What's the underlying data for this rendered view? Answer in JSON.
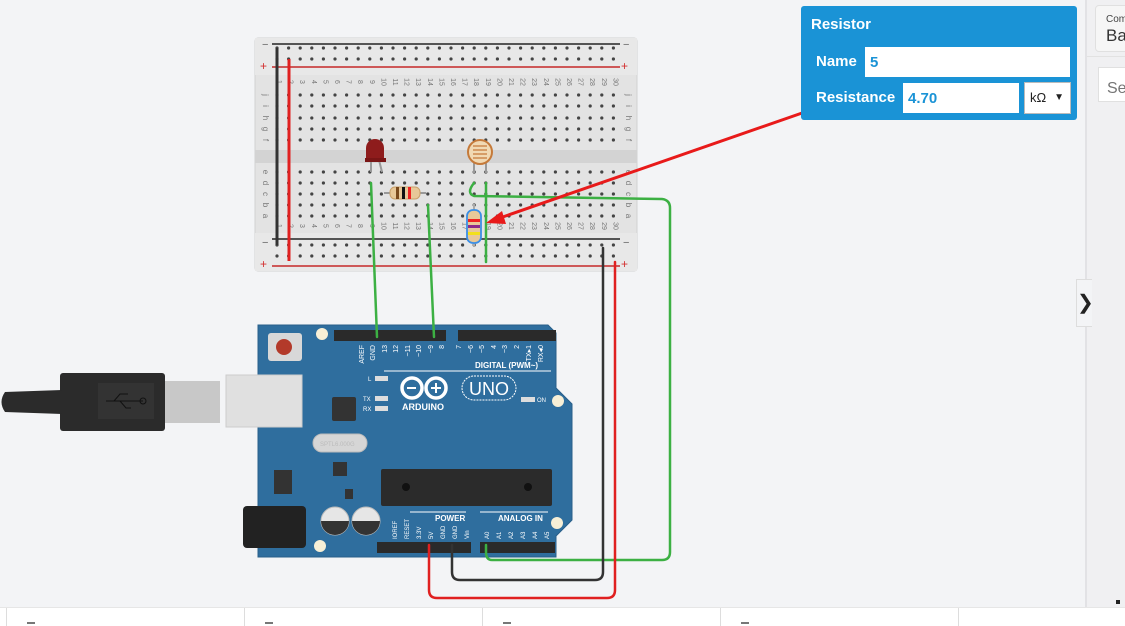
{
  "inspector": {
    "title": "Resistor",
    "name_label": "Name",
    "name_value": "5",
    "resistance_label": "Resistance",
    "resistance_value": "4.70",
    "resistance_unit": "kΩ",
    "dropdown_icon": "triangle-down-icon",
    "accent_color": "#1a93d6"
  },
  "right_panel": {
    "components_label": "Com",
    "components_value": "Bas",
    "search_placeholder": "Se",
    "collapse_icon": "chevron-right-icon"
  },
  "breadboard": {
    "columns": [
      "1",
      "2",
      "3",
      "4",
      "5",
      "6",
      "7",
      "8",
      "9",
      "10",
      "11",
      "12",
      "13",
      "14",
      "15",
      "16",
      "17",
      "18",
      "19",
      "20",
      "21",
      "22",
      "23",
      "24",
      "25",
      "26",
      "27",
      "28",
      "29",
      "30"
    ],
    "rows_top": [
      "j",
      "i",
      "h",
      "g",
      "f"
    ],
    "rows_bottom": [
      "e",
      "d",
      "c",
      "b",
      "a"
    ],
    "rail_minus": "−",
    "rail_plus": "+"
  },
  "arduino": {
    "board_name": "ARDUINO",
    "model": "UNO",
    "digital_label": "DIGITAL (PWM~)",
    "digital_pins": [
      "AREF",
      "GND",
      "13",
      "12",
      "~11",
      "~10",
      "~9",
      "8",
      "7",
      "~6",
      "~5",
      "4",
      "~3",
      "2",
      "TX▸1",
      "RX◂0"
    ],
    "power_label": "POWER",
    "power_pins": [
      "IOREF",
      "RESET",
      "3.3V",
      "5V",
      "GND",
      "GND",
      "Vin"
    ],
    "analog_label": "ANALOG IN",
    "analog_pins": [
      "A0",
      "A1",
      "A2",
      "A3",
      "A4",
      "A5"
    ],
    "leds": [
      "L",
      "TX",
      "RX",
      "ON"
    ],
    "crystal_text": "SPTL6.000G",
    "color": "#2f6e9e"
  },
  "components": {
    "led": "red-led",
    "photoresistor": "photoresistor",
    "resistor_1": "resistor-brown-black-red",
    "resistor_2_selected": "resistor-yellow-violet-red"
  },
  "usb_cable": {
    "icon": "usb-icon"
  },
  "bottom_tabs": [
    "",
    "",
    "",
    ""
  ]
}
